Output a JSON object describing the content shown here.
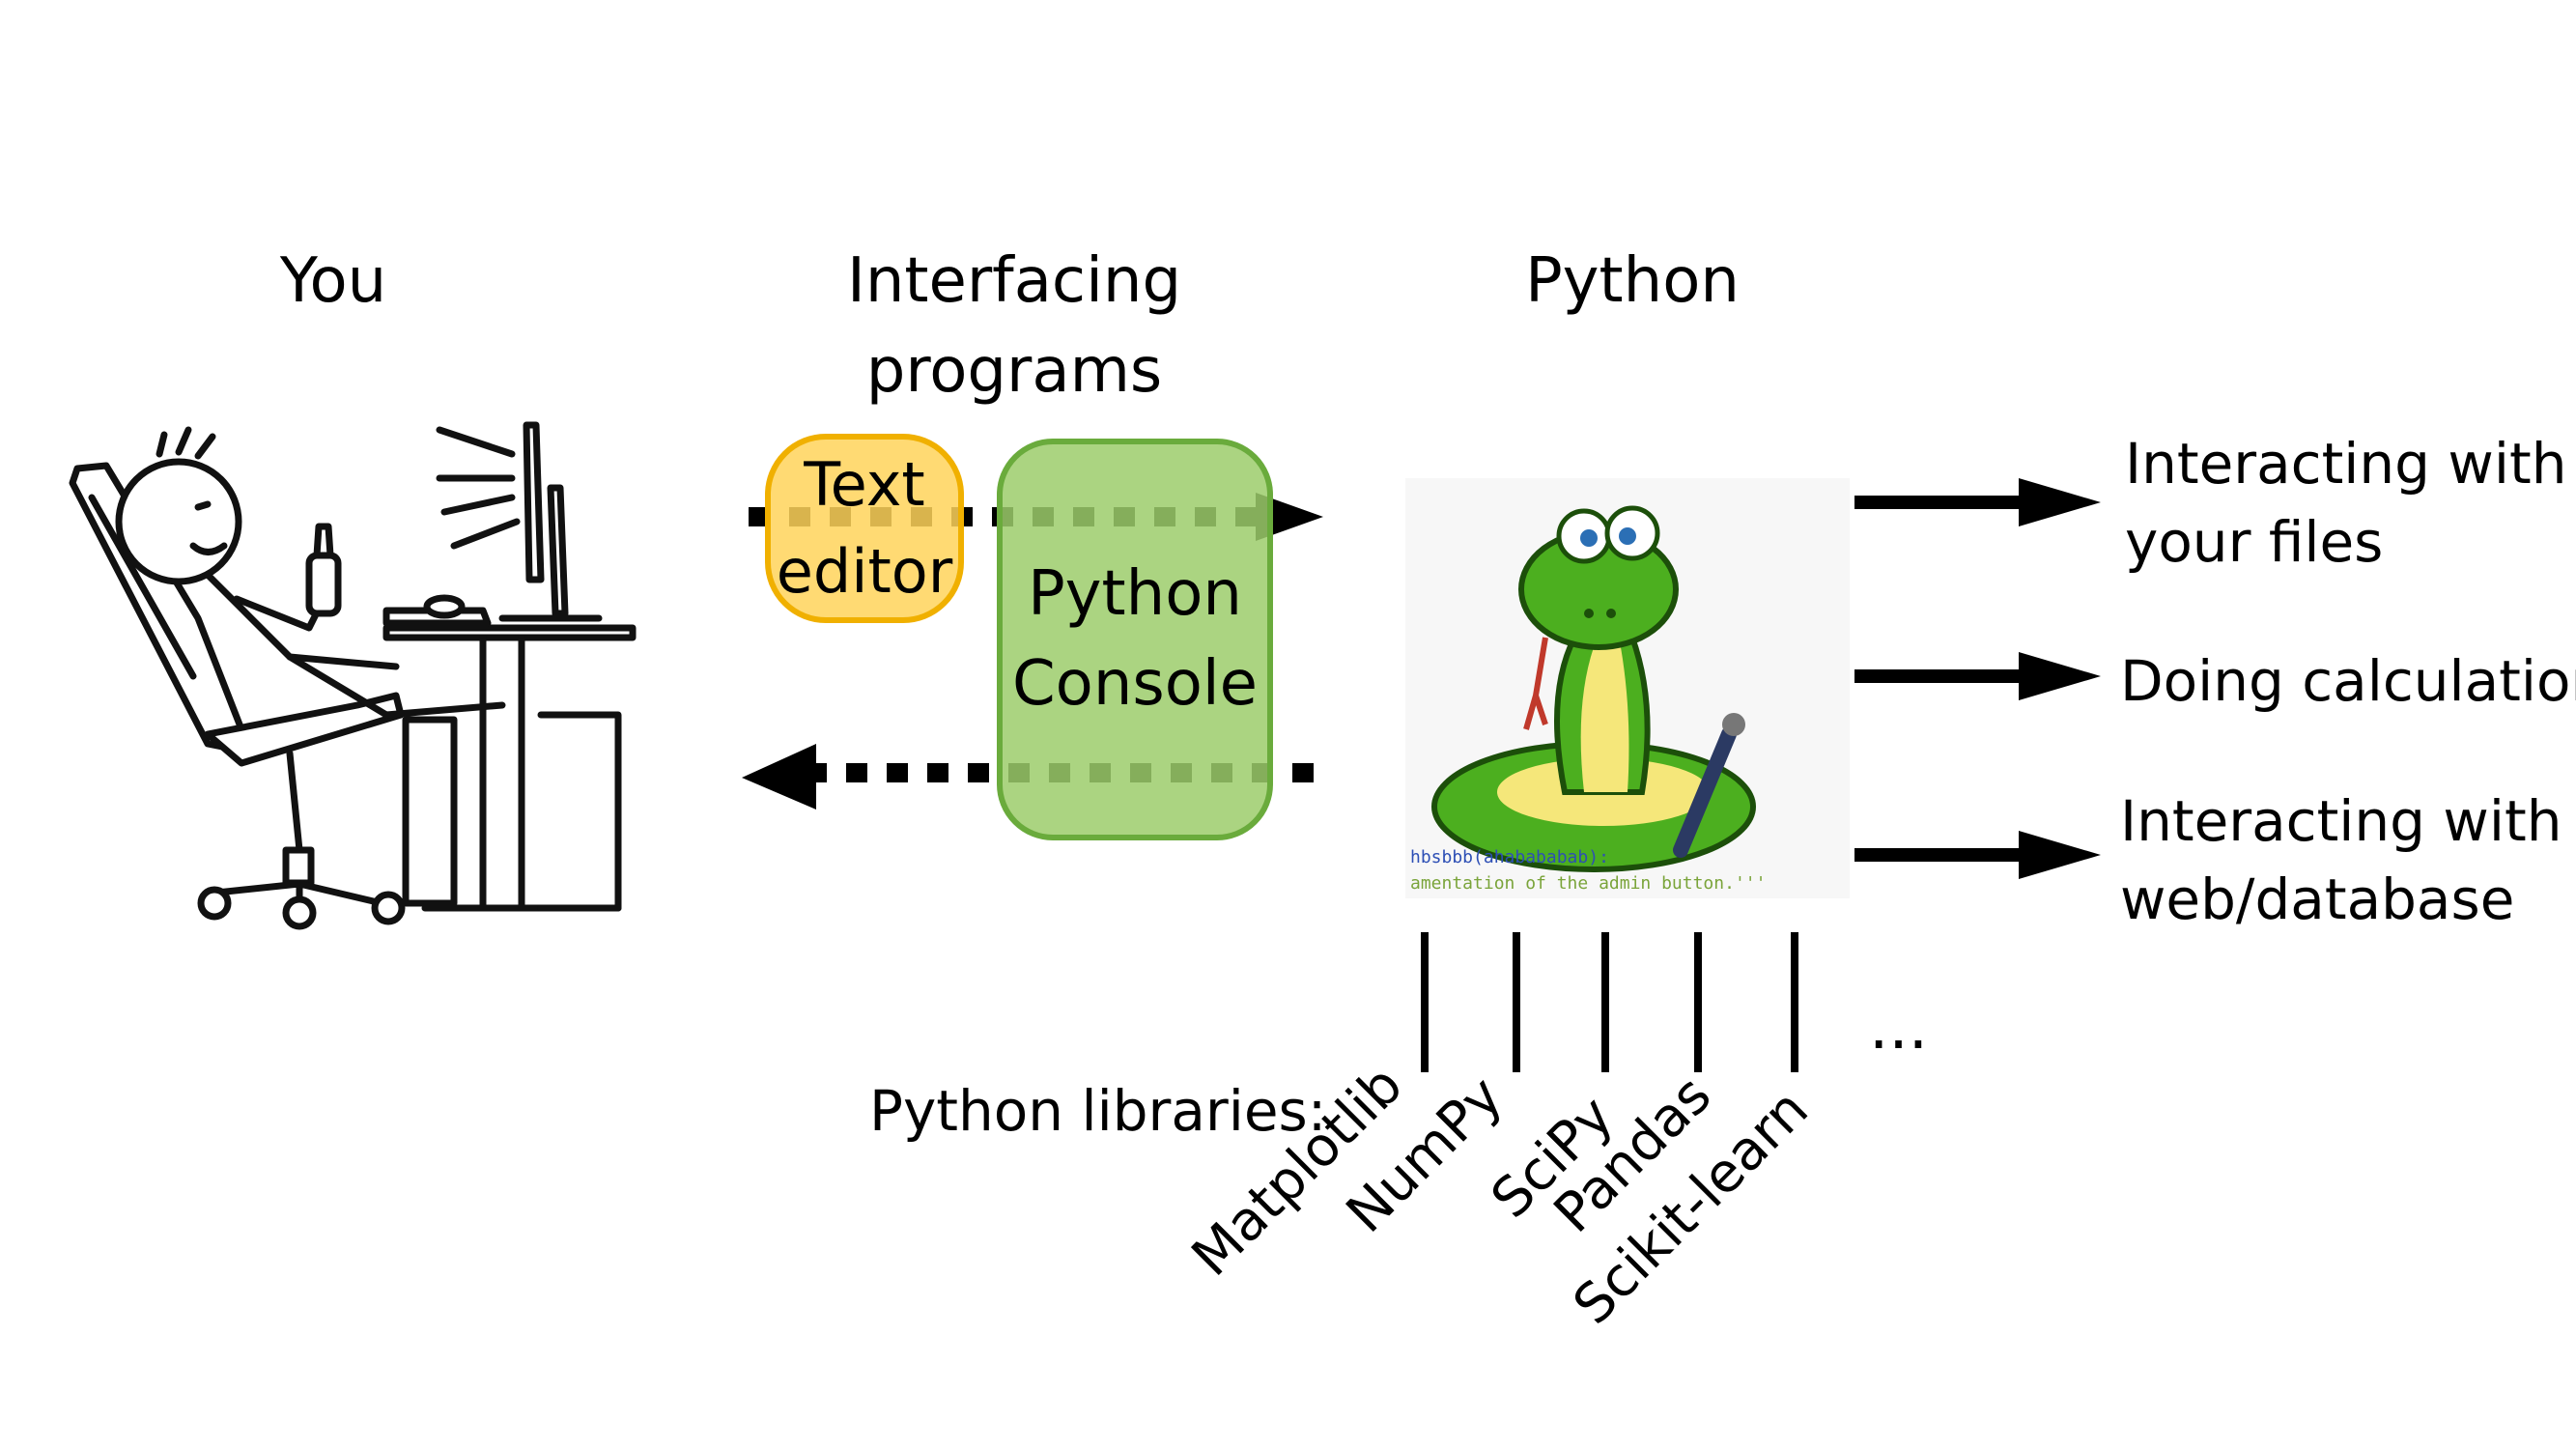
{
  "headings": {
    "you": "You",
    "interfacing": "Interfacing\nprograms",
    "python": "Python"
  },
  "boxes": {
    "text_editor": {
      "label": "Text\neditor",
      "fill": "#ffd35b",
      "stroke": "#f0b000"
    },
    "python_console": {
      "label": "Python\nConsole",
      "fill": "#9ccd6b",
      "stroke": "#6aab3c"
    }
  },
  "outputs": [
    {
      "label": "Interacting with\nyour files"
    },
    {
      "label": "Doing calculation"
    },
    {
      "label": "Interacting with\nweb/database"
    }
  ],
  "libraries": {
    "caption": "Python libraries:",
    "items": [
      "Matplotlib",
      "NumPy",
      "SciPy",
      "Pandas",
      "Scikit-learn"
    ],
    "more": "..."
  },
  "logo_code_text": {
    "line1": "hbsbbb(ahabababab):",
    "line2": "amentation of the admin button.'''"
  },
  "colors": {
    "arrow": "#000000",
    "snake_green": "#4caf1f",
    "snake_belly": "#f5e77a"
  }
}
